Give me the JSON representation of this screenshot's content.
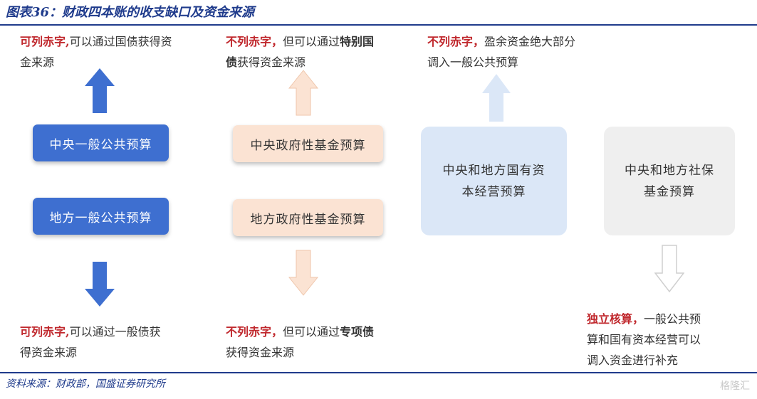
{
  "header": {
    "title": "图表36：财政四本账的收支缺口及资金来源"
  },
  "boxes": {
    "central_general": "中央一般公共预算",
    "local_general": "地方一般公共预算",
    "central_fund": "中央政府性基金预算",
    "local_fund": "地方政府性基金预算",
    "soe_line1": "中央和地方国有资",
    "soe_line2": "本经营预算",
    "social_line1": "中央和地方社保",
    "social_line2": "基金预算"
  },
  "notes": {
    "n1_red": "可列赤字,",
    "n1_text_a": "可以通过国债获得资",
    "n1_text_b": "金来源",
    "n2_red": "不列赤字，",
    "n2_text_a": "但可以通过",
    "n2_bold_a": "特别国",
    "n2_bold_b": "债",
    "n2_text_b": "获得资金来源",
    "n3_red": "不列赤字，",
    "n3_text_a": "盈余资金绝大部分",
    "n3_text_b": "调入一般公共预算",
    "n4_red": "可列赤字,",
    "n4_text_a": "可以通过一般债获",
    "n4_text_b": "得资金来源",
    "n5_red": "不列赤字，",
    "n5_text_a": "但可以通过",
    "n5_bold": "专项债",
    "n5_text_b": "获得资金来源",
    "n6_red": "独立核算，",
    "n6_text_a": "一般公共预",
    "n6_text_b": "算和国有资本经营可以",
    "n6_text_c": "调入资金进行补充"
  },
  "footer": {
    "source": "资料来源：财政部，国盛证券研究所",
    "watermark": "格隆汇"
  },
  "colors": {
    "brand": "#1f3b8c",
    "blue_box": "#3e6fd0",
    "peach_box": "#fbe3d3",
    "lightblue_box": "#dbe7f7",
    "gray_box": "#efefef",
    "red_text": "#c0282d"
  }
}
